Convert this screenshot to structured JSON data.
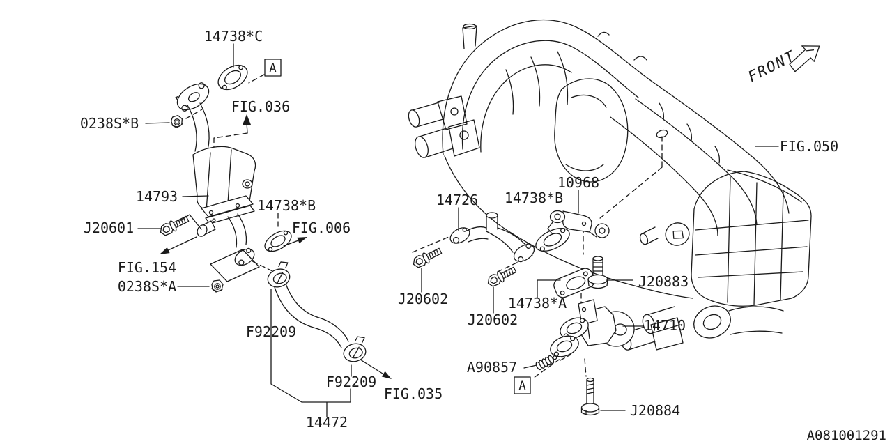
{
  "colors": {
    "ink": "#1a1a1a",
    "background": "#ffffff"
  },
  "drawing": {
    "number": "A081001291",
    "front_direction_label": "FRONT",
    "detail_marker": "A"
  },
  "labels": {
    "p14738c": "14738*C",
    "fig036": "FIG.036",
    "n0238sb": "0238S*B",
    "p14793": "14793",
    "j20601": "J20601",
    "fig154": "FIG.154",
    "n0238sa": "0238S*A",
    "p14738b_left": "14738*B",
    "fig006": "FIG.006",
    "f92209_upper": "F92209",
    "f92209_lower": "F92209",
    "fig035": "FIG.035",
    "p14472": "14472",
    "p14726": "14726",
    "p14738b_right": "14738*B",
    "p10968": "10968",
    "fig050": "FIG.050",
    "j20602_left": "J20602",
    "j20602_right": "J20602",
    "p14738a": "14738*A",
    "j20883": "J20883",
    "p14710": "14710",
    "a90857": "A90857",
    "j20884": "J20884"
  }
}
